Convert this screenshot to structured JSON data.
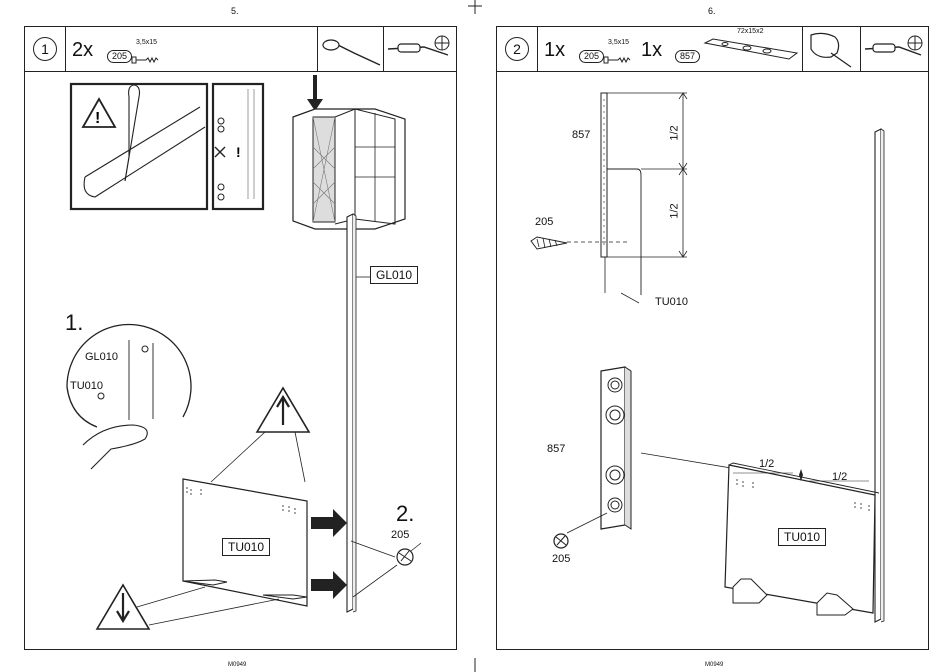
{
  "pages": [
    {
      "number": "5.",
      "footer": "M0949",
      "step": {
        "number": "1",
        "qty": "2x",
        "part_code": "205",
        "part_size": "3,5x15",
        "icons": [
          "screw-icon",
          "screwdriver-icon",
          "power-drill-icon"
        ]
      },
      "callouts": {
        "panel_top": "GL010",
        "panel_front": "TU010",
        "zoom_step": "1.",
        "zoom_label_top": "GL010",
        "zoom_label_bottom": "TU010",
        "screw_step": "2.",
        "screw_code": "205"
      }
    },
    {
      "number": "6.",
      "footer": "M0949",
      "step": {
        "number": "2",
        "qty1": "1x",
        "part1_code": "205",
        "part1_size": "3,5x15",
        "qty2": "1x",
        "part2_code": "857",
        "part2_size": "72x15x2",
        "icons": [
          "screw-icon",
          "metal-plate-icon",
          "glue-icon",
          "power-drill-icon"
        ]
      },
      "callouts": {
        "top_part": "857",
        "half_top": "1/2",
        "half_bottom": "1/2",
        "screw_code_top": "205",
        "panel_top": "TU010",
        "bottom_part": "857",
        "screw_code_bottom": "205",
        "half_left": "1/2",
        "half_right": "1/2",
        "panel_bottom": "TU010"
      }
    }
  ]
}
